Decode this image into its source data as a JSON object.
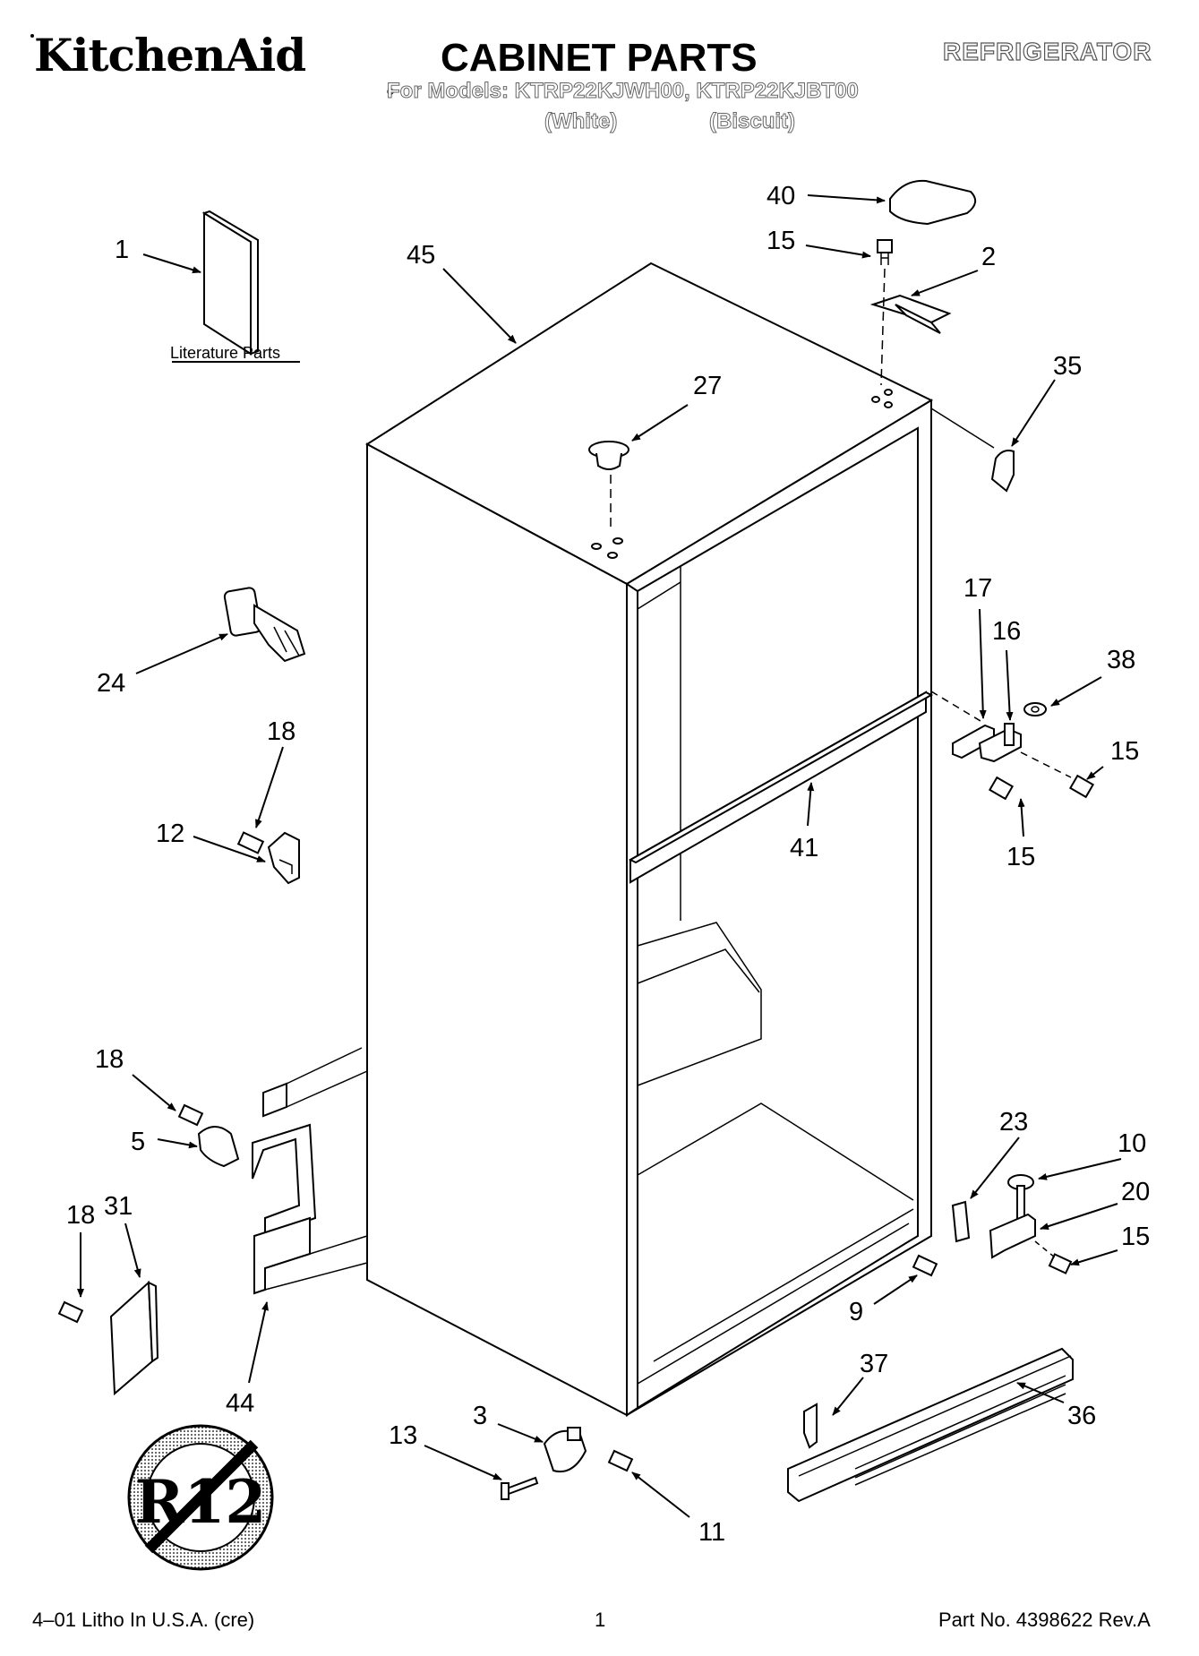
{
  "header": {
    "brand": "KitchenAid",
    "brand_mark": "®",
    "title": "CABINET PARTS",
    "appliance": "REFRIGERATOR",
    "models_line": "For Models: KTRP22KJWH00, KTRP22KJBT00",
    "color_1": "(White)",
    "color_2": "(Biscuit)"
  },
  "diagram": {
    "literature_label": "Literature Parts",
    "callouts": [
      "1",
      "45",
      "27",
      "40",
      "15",
      "2",
      "35",
      "24",
      "18",
      "12",
      "17",
      "16",
      "38",
      "15",
      "41",
      "15",
      "18",
      "5",
      "31",
      "18",
      "44",
      "23",
      "10",
      "20",
      "15",
      "9",
      "37",
      "36",
      "3",
      "13",
      "11"
    ],
    "r12_symbol": "R12"
  },
  "footer": {
    "left": "4–01 Litho In U.S.A. (cre)",
    "center": "1",
    "right": "Part No. 4398622 Rev.A"
  },
  "colors": {
    "ink": "#000000",
    "paper": "#ffffff",
    "outline_text": "#666666"
  }
}
